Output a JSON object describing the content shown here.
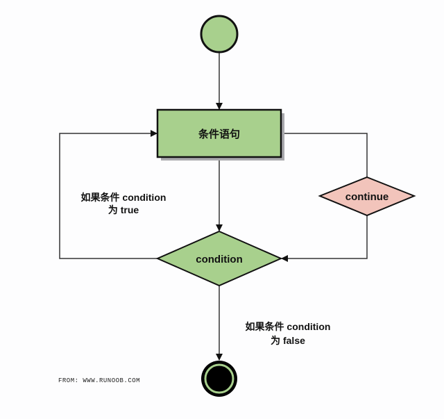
{
  "diagram": {
    "title": "continue flowchart",
    "nodes": {
      "start": {
        "type": "start",
        "color": "#a8d08d"
      },
      "statement": {
        "type": "process",
        "label": "条件语句",
        "color": "#a8d08d"
      },
      "condition": {
        "type": "decision",
        "label": "condition",
        "color": "#a8d08d"
      },
      "continue": {
        "type": "decision",
        "label": "continue",
        "color": "#f2c4bb"
      },
      "end": {
        "type": "end",
        "color": "#000000",
        "ring_color": "#a8d08d"
      }
    },
    "edges": [
      {
        "from": "start",
        "to": "statement"
      },
      {
        "from": "statement",
        "to": "condition"
      },
      {
        "from": "condition",
        "to": "statement",
        "label": "true"
      },
      {
        "from": "statement",
        "to": "continue"
      },
      {
        "from": "continue",
        "to": "condition"
      },
      {
        "from": "condition",
        "to": "end",
        "label": "false"
      }
    ],
    "labels": {
      "true_line1": "如果条件 condition",
      "true_line2": "为 true",
      "false_line1": "如果条件 condition",
      "false_line2": "为 false"
    },
    "source": "FROM: WWW.RUNOOB.COM"
  }
}
